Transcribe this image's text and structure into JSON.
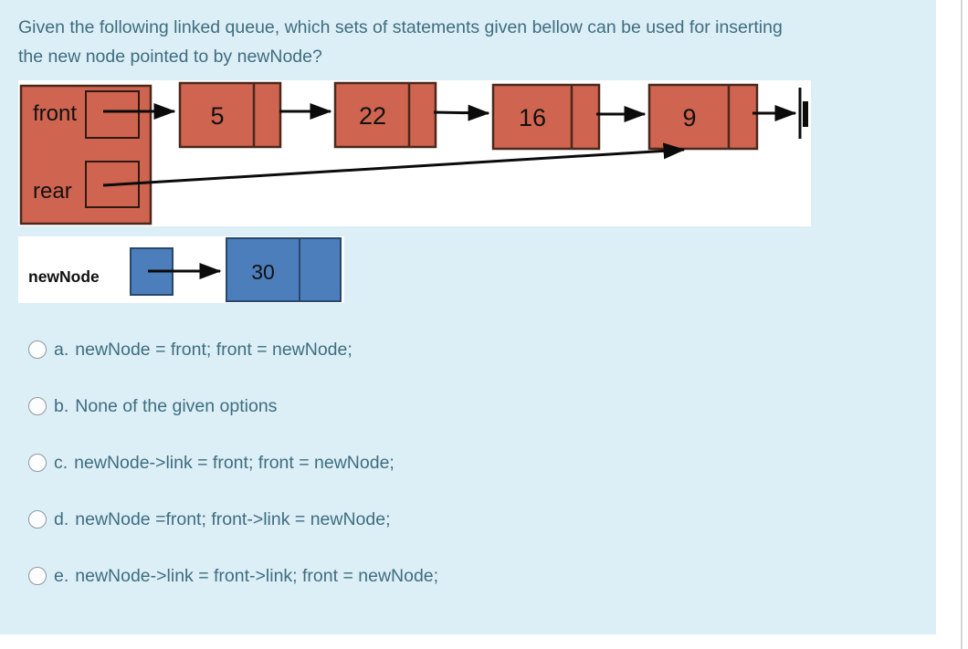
{
  "question": {
    "line1": "Given the following linked queue, which sets of statements given bellow can be used for inserting",
    "line2": "the new node pointed to by newNode?"
  },
  "diagram": {
    "front_label": "front",
    "rear_label": "rear",
    "queue_nodes": [
      "5",
      "22",
      "16",
      "9"
    ],
    "new_node": {
      "label": "newNode",
      "value": "30"
    },
    "colors": {
      "queue_fill": "#cf6450",
      "queue_border": "#4a281b",
      "new_node_fill": "#4d7ebc",
      "new_node_border": "#27476b",
      "arrow": "#0b0b0b"
    }
  },
  "options": [
    {
      "label": "a.",
      "text": "newNode = front; front = newNode;"
    },
    {
      "label": "b.",
      "text": "None of the given options"
    },
    {
      "label": "c.",
      "text": "newNode->link = front; front = newNode;"
    },
    {
      "label": "d.",
      "text": "newNode =front; front->link = newNode;"
    },
    {
      "label": "e.",
      "text": "newNode->link = front->link; front = newNode;"
    }
  ],
  "theme": {
    "panel_bg": "#dceef6",
    "text_color": "#3e6e80"
  }
}
